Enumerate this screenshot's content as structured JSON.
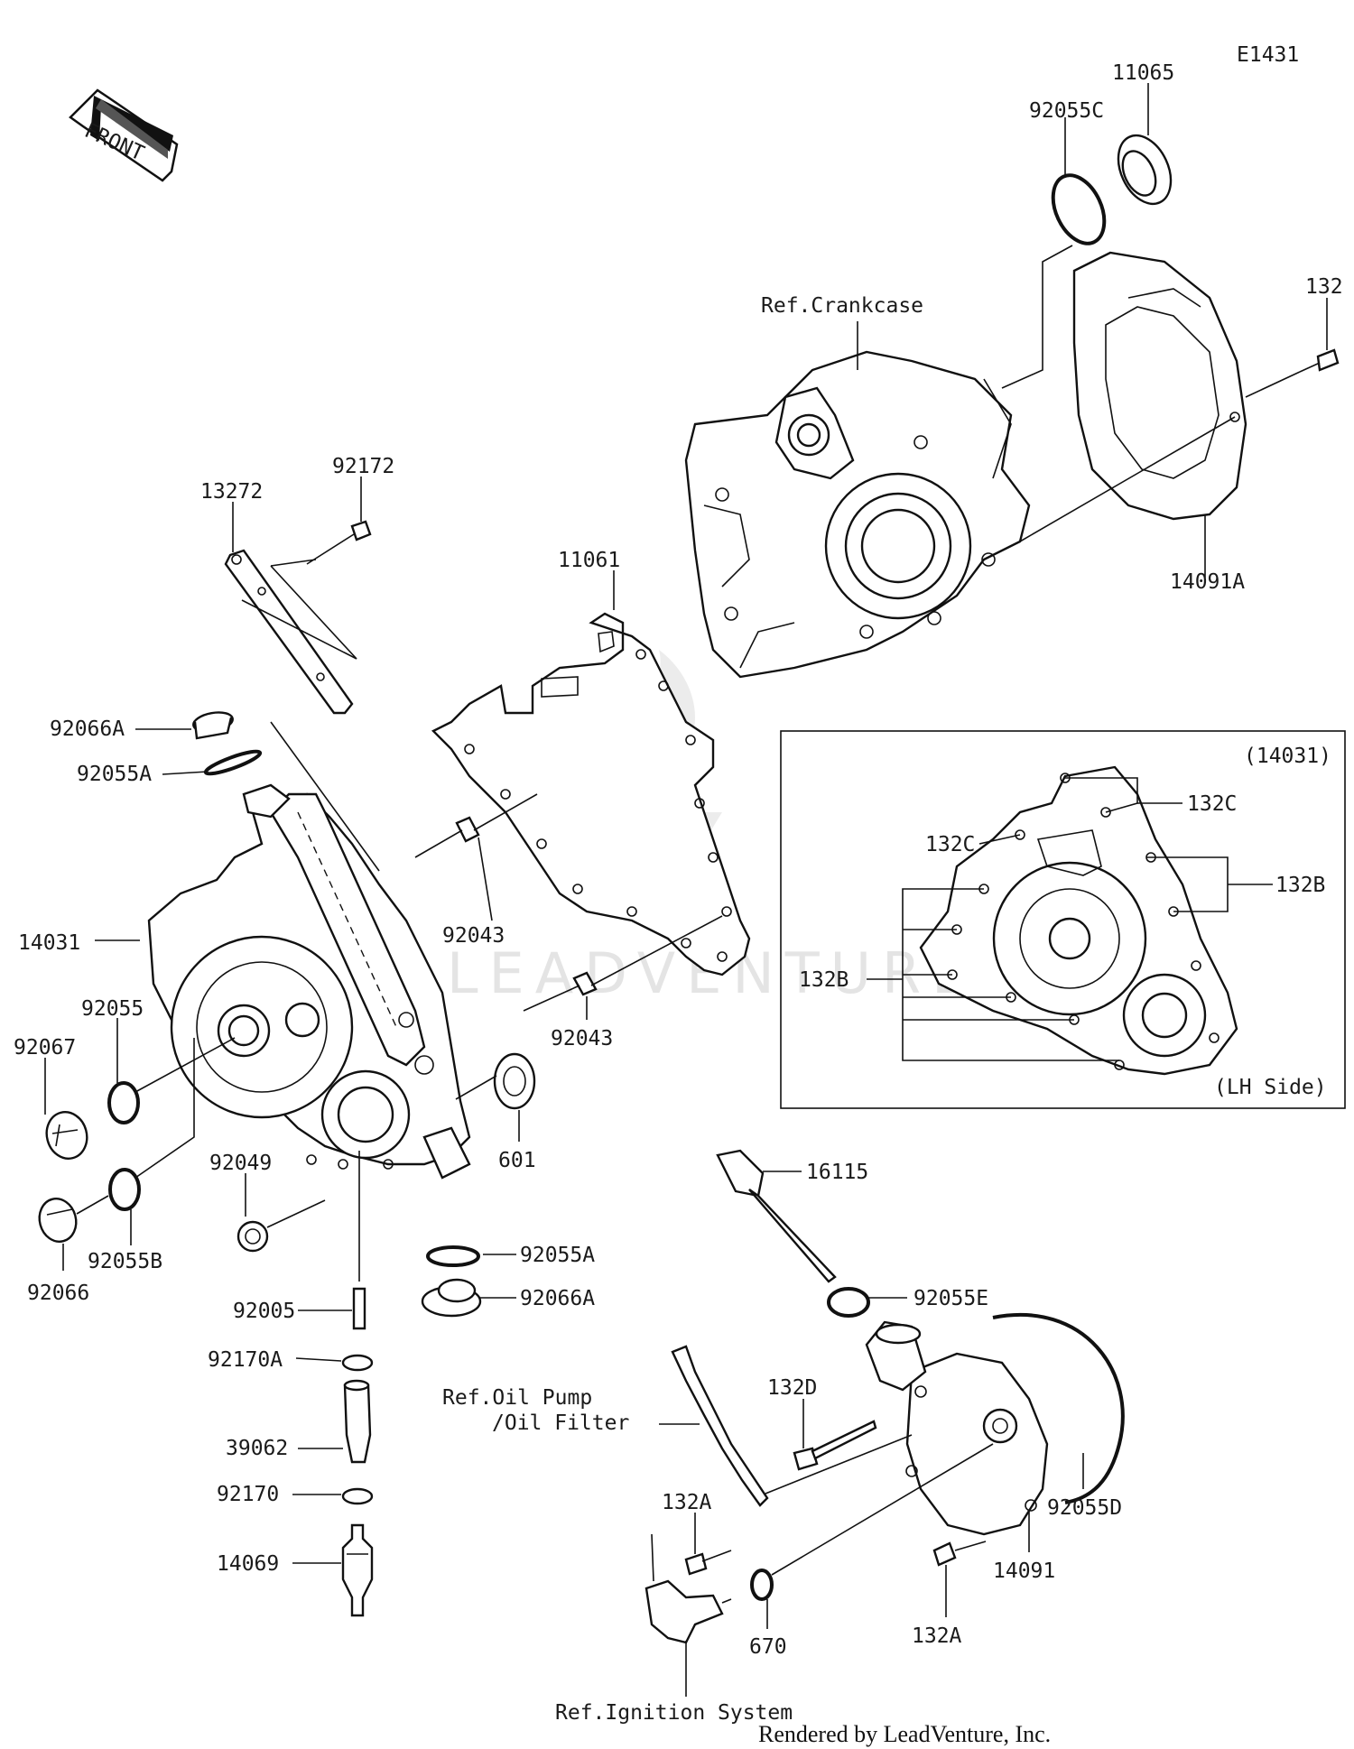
{
  "diagram_code": "E1431",
  "front_arrow": "FRONT",
  "watermark": "LEADVENTURE",
  "credit": "Rendered by LeadVenture, Inc.",
  "inset": {
    "title": "(14031)",
    "side": "(LH Side)"
  },
  "refs": {
    "crankcase": "Ref.Crankcase",
    "oil_pump_1": "Ref.Oil Pump",
    "oil_pump_2": "/Oil Filter",
    "ignition": "Ref.Ignition System"
  },
  "labels": {
    "p11065": "11065",
    "p92055C": "92055C",
    "p132_top": "132",
    "p14091A": "14091A",
    "p92172": "92172",
    "p13272": "13272",
    "p11061": "11061",
    "p92066A_top": "92066A",
    "p92055A_top": "92055A",
    "p14031": "14031",
    "p92043_a": "92043",
    "p92043_b": "92043",
    "p92055": "92055",
    "p92067": "92067",
    "p601": "601",
    "p92049": "92049",
    "p92055B": "92055B",
    "p92066": "92066",
    "p92055A_bot": "92055A",
    "p92066A_bot": "92066A",
    "p92005": "92005",
    "p92170A": "92170A",
    "p39062": "39062",
    "p92170": "92170",
    "p14069": "14069",
    "p132C_a": "132C",
    "p132C_b": "132C",
    "p132B_a": "132B",
    "p132B_b": "132B",
    "p16115": "16115",
    "p92055E": "92055E",
    "p132D": "132D",
    "p132A_a": "132A",
    "p132A_b": "132A",
    "p92055D": "92055D",
    "p14091": "14091",
    "p670": "670"
  }
}
